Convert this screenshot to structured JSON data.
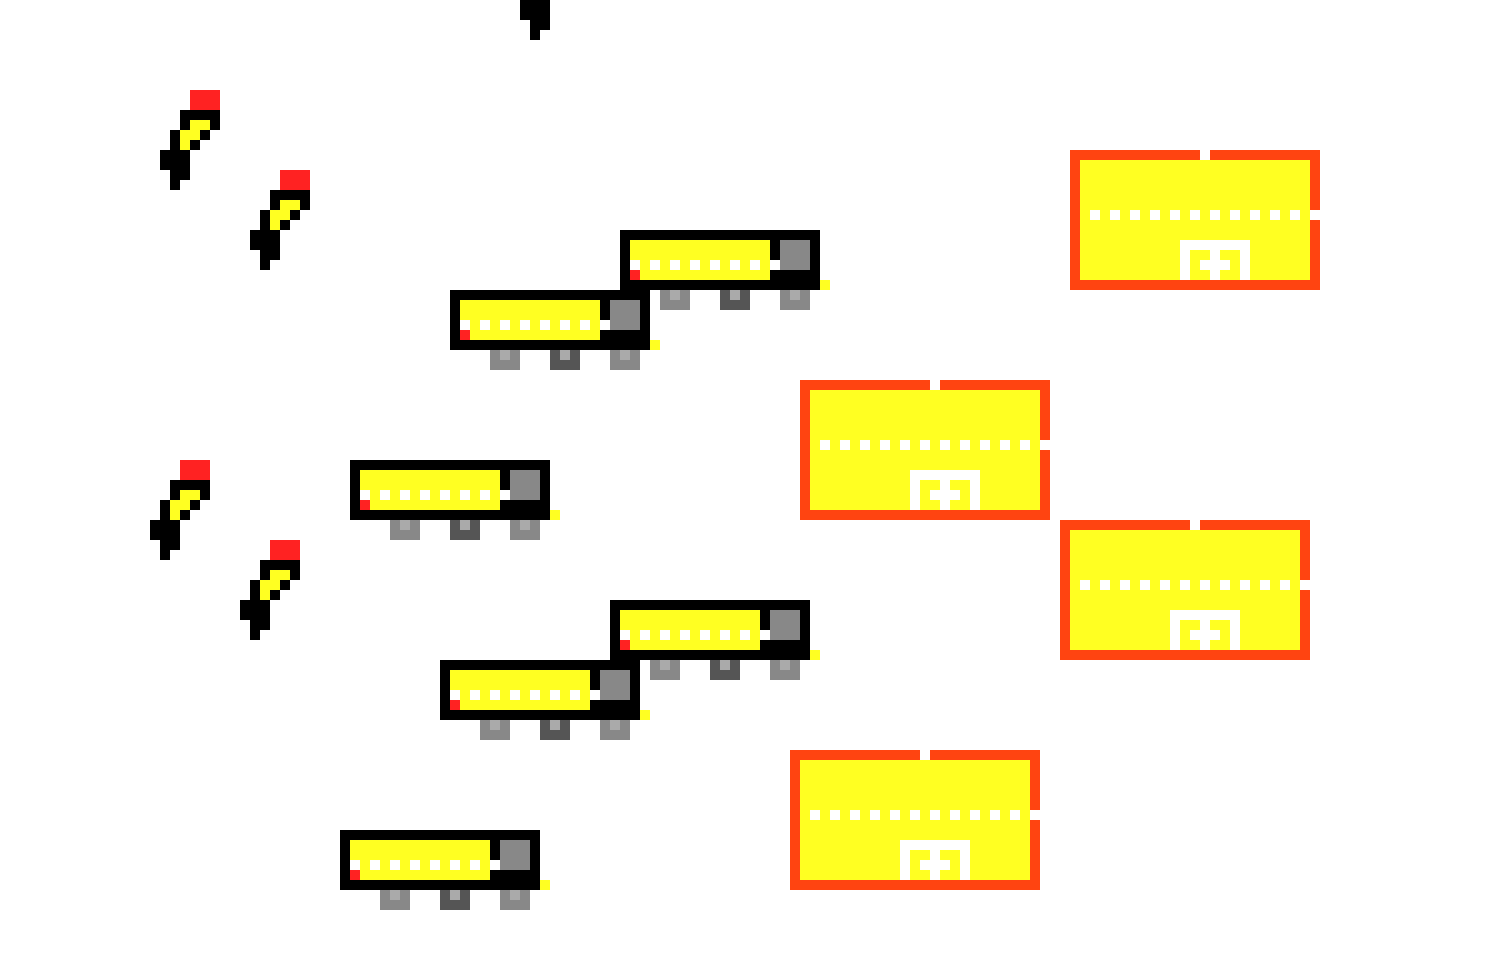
{
  "scene": {
    "background": "#ffffff",
    "palette": {
      "body_yellow": "#ffff22",
      "outline_black": "#000000",
      "accent_red": "#ff2222",
      "house_border": "#ff4411",
      "window_white": "#ffffff",
      "cab_gray": "#888888",
      "wheel_light": "#888888",
      "wheel_dark": "#555555",
      "wheel_hub": "#aaaaaa"
    },
    "sprites": {
      "pencils": [
        {
          "name": "pencil",
          "icon": "pencil-icon"
        },
        {
          "name": "pencil",
          "icon": "pencil-icon"
        },
        {
          "name": "pencil",
          "icon": "pencil-icon"
        },
        {
          "name": "pencil",
          "icon": "pencil-icon"
        },
        {
          "name": "pencil",
          "icon": "pencil-icon",
          "partial": true
        }
      ],
      "buses": [
        {
          "name": "bus",
          "icon": "bus-icon"
        },
        {
          "name": "bus",
          "icon": "bus-icon"
        },
        {
          "name": "bus",
          "icon": "bus-icon"
        },
        {
          "name": "bus",
          "icon": "bus-icon"
        },
        {
          "name": "bus",
          "icon": "bus-icon"
        },
        {
          "name": "bus",
          "icon": "bus-icon"
        }
      ],
      "houses": [
        {
          "name": "house",
          "icon": "house-icon"
        },
        {
          "name": "house",
          "icon": "house-icon"
        },
        {
          "name": "house",
          "icon": "house-icon"
        },
        {
          "name": "house",
          "icon": "house-icon"
        }
      ]
    }
  }
}
